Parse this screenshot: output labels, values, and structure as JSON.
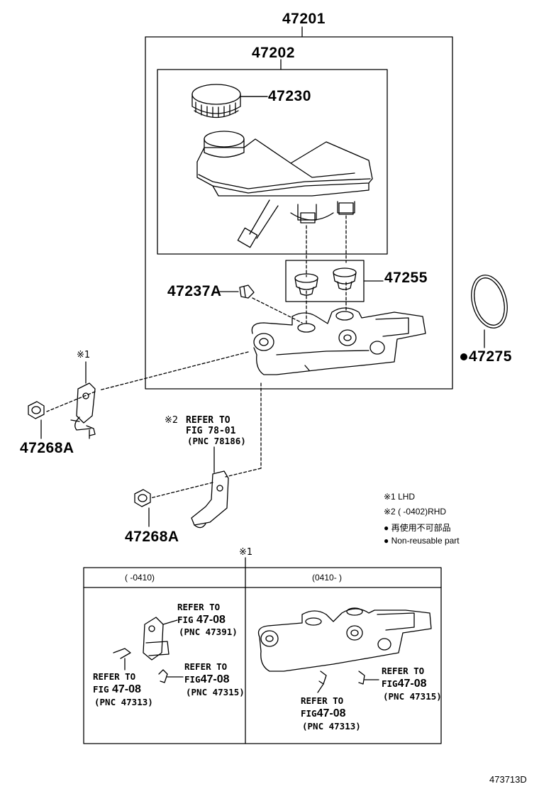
{
  "parts": {
    "assembly": "47201",
    "reservoir_sub": "47202",
    "cap": "47230",
    "grommet": "47255",
    "fitting": "47237A",
    "ring": "47275",
    "nut_upper": "47268A",
    "nut_lower": "47268A"
  },
  "notes": {
    "mark1": "※1",
    "mark2": "※2",
    "refer_upper": {
      "line1": "REFER TO",
      "line2": "FIG 78-01",
      "line3": "(PNC 78186)"
    }
  },
  "legend": {
    "note1": "※1 LHD",
    "note2": "※2 (      -0402)RHD",
    "jp_nonreusable": "● 再使用不可部品",
    "en_nonreusable": "● Non-reusable part"
  },
  "inset": {
    "mark": "※1",
    "left_header": "(      -0410)",
    "right_header": "(0410-      )",
    "refs": [
      {
        "line1": "REFER TO",
        "fig": "FIG",
        "num": "47-08",
        "pnc": "(PNC 47391)"
      },
      {
        "line1": "REFER TO",
        "fig": "FIG",
        "num": "47-08",
        "pnc": "(PNC 47313)"
      },
      {
        "line1": "REFER TO",
        "fig": "FIG",
        "num": "47-08",
        "pnc": "(PNC 47315)"
      },
      {
        "line1": "REFER TO",
        "fig": "FIG",
        "num": "47-08",
        "pnc": "(PNC 47313)"
      },
      {
        "line1": "REFER TO",
        "fig": "FIG",
        "num": "47-08",
        "pnc": "(PNC 47315)"
      }
    ]
  },
  "figure_id": "473713D",
  "icons": {
    "nonreusable_dot": "filled-circle"
  }
}
